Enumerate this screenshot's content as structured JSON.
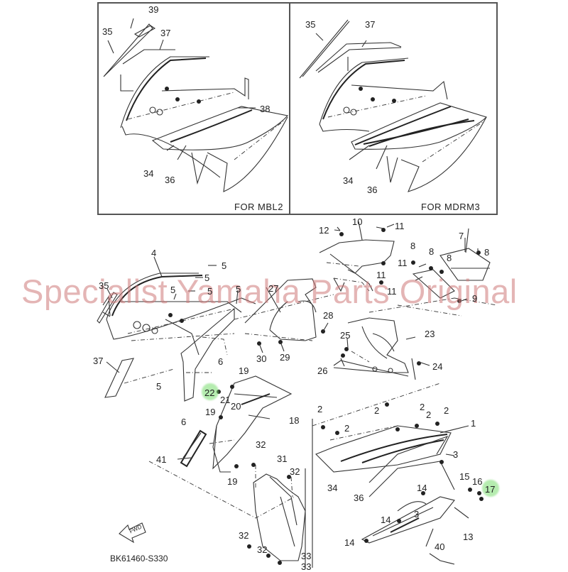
{
  "diagram": {
    "title": "Yamaha side cover / cowling exploded parts diagram",
    "watermark": "Specialist Yamaha Parts Original",
    "document_code": "BK61460-S330",
    "fwd_arrow_label": "FWD",
    "accent_colors": {
      "watermark": "#cd7878",
      "highlight": "#78dc6e",
      "line": "#333333"
    },
    "insets": [
      {
        "caption": "FOR MBL2",
        "labels": [
          "39",
          "35",
          "37",
          "38",
          "34",
          "36"
        ]
      },
      {
        "caption": "FOR MDRM3",
        "labels": [
          "35",
          "37",
          "34",
          "36"
        ]
      }
    ],
    "main_labels": [
      {
        "id": "l4",
        "text": "4"
      },
      {
        "id": "l5a",
        "text": "5"
      },
      {
        "id": "l5b",
        "text": "5"
      },
      {
        "id": "l5c",
        "text": "5"
      },
      {
        "id": "l5d",
        "text": "5"
      },
      {
        "id": "l5e",
        "text": "5"
      },
      {
        "id": "l5f",
        "text": "5"
      },
      {
        "id": "l35",
        "text": "35"
      },
      {
        "id": "l27",
        "text": "27"
      },
      {
        "id": "l37",
        "text": "37"
      },
      {
        "id": "l6a",
        "text": "6"
      },
      {
        "id": "l6b",
        "text": "6"
      },
      {
        "id": "l19a",
        "text": "19"
      },
      {
        "id": "l19b",
        "text": "19"
      },
      {
        "id": "l19c",
        "text": "19"
      },
      {
        "id": "l22",
        "text": "22"
      },
      {
        "id": "l21",
        "text": "21"
      },
      {
        "id": "l20",
        "text": "20"
      },
      {
        "id": "l18",
        "text": "18"
      },
      {
        "id": "l41",
        "text": "41"
      },
      {
        "id": "l32a",
        "text": "32"
      },
      {
        "id": "l32b",
        "text": "32"
      },
      {
        "id": "l32c",
        "text": "32"
      },
      {
        "id": "l32d",
        "text": "32"
      },
      {
        "id": "l31",
        "text": "31"
      },
      {
        "id": "l33a",
        "text": "33"
      },
      {
        "id": "l33b",
        "text": "33"
      },
      {
        "id": "l30",
        "text": "30"
      },
      {
        "id": "l29",
        "text": "29"
      },
      {
        "id": "l28",
        "text": "28"
      },
      {
        "id": "l12",
        "text": "12"
      },
      {
        "id": "l10",
        "text": "10"
      },
      {
        "id": "l11a",
        "text": "11"
      },
      {
        "id": "l11b",
        "text": "11"
      },
      {
        "id": "l11c",
        "text": "11"
      },
      {
        "id": "l11d",
        "text": "11"
      },
      {
        "id": "l8a",
        "text": "8"
      },
      {
        "id": "l8b",
        "text": "8"
      },
      {
        "id": "l8c",
        "text": "8"
      },
      {
        "id": "l8d",
        "text": "8"
      },
      {
        "id": "l7",
        "text": "7"
      },
      {
        "id": "l9",
        "text": "9"
      },
      {
        "id": "l25",
        "text": "25"
      },
      {
        "id": "l23",
        "text": "23"
      },
      {
        "id": "l26",
        "text": "26"
      },
      {
        "id": "l24",
        "text": "24"
      },
      {
        "id": "l2a",
        "text": "2"
      },
      {
        "id": "l2b",
        "text": "2"
      },
      {
        "id": "l2c",
        "text": "2"
      },
      {
        "id": "l2d",
        "text": "2"
      },
      {
        "id": "l2e",
        "text": "2"
      },
      {
        "id": "l2f",
        "text": "2"
      },
      {
        "id": "l1",
        "text": "1"
      },
      {
        "id": "l3a",
        "text": "3"
      },
      {
        "id": "l3b",
        "text": "3"
      },
      {
        "id": "l34",
        "text": "34"
      },
      {
        "id": "l36",
        "text": "36"
      },
      {
        "id": "l15",
        "text": "15"
      },
      {
        "id": "l16",
        "text": "16"
      },
      {
        "id": "l17",
        "text": "17"
      },
      {
        "id": "l14a",
        "text": "14"
      },
      {
        "id": "l14b",
        "text": "14"
      },
      {
        "id": "l14c",
        "text": "14"
      },
      {
        "id": "l13",
        "text": "13"
      },
      {
        "id": "l40",
        "text": "40"
      }
    ]
  }
}
